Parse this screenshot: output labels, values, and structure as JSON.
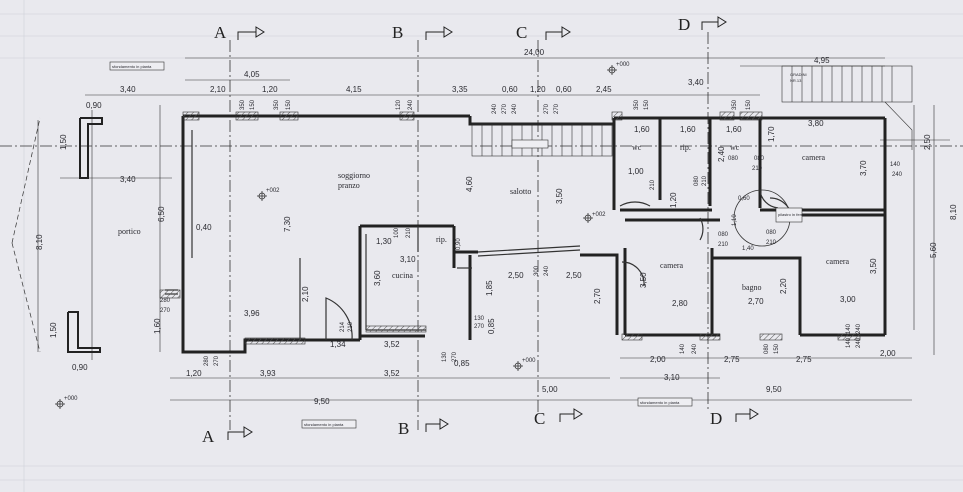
{
  "sections": {
    "a": "A",
    "b": "B",
    "c": "C",
    "d": "D"
  },
  "rooms": {
    "soggiorno": "soggiorno",
    "pranzo": "pranzo",
    "salotto": "salotto",
    "cucina": "cucina",
    "rip_small": "rip.",
    "rip_top": "rip.",
    "wc1": "wc",
    "wc2": "wc",
    "camera_top": "camera",
    "camera_left": "camera",
    "camera_right": "camera",
    "bagno": "bagno",
    "portico": "portico"
  },
  "levels": {
    "soggiorno": "+002",
    "salotto": "+002",
    "top": "+000",
    "bottom": "+000",
    "left": "+000"
  },
  "notes": {
    "stairs_top": "GRADINI",
    "stairs_bottom": "NR.13",
    "sign_bottom_left": "sfondamento in pianta",
    "sign_bottom_right": "sfondamento in pianta",
    "sign_top_left": "sfondamento in pianta",
    "center_circle": "pilastro in ferro"
  },
  "dims_top": {
    "total": "24,00",
    "right_total": "4,95",
    "r2": [
      "4,05"
    ],
    "r3": [
      "3,40",
      "2,10",
      "1,20",
      "4,15",
      "3,35",
      "0,60",
      "1,20",
      "0,60",
      "2,45",
      "3,40"
    ],
    "r3_left": "0,90",
    "wall_labels": [
      "350",
      "150",
      "350",
      "150",
      "120",
      "240",
      "240",
      "270",
      "240",
      "270",
      "270",
      "350",
      "150",
      "350",
      "150"
    ]
  },
  "dims_left": [
    "1,50",
    "3,40",
    "6,50",
    "8,10",
    "1,50",
    "0,90"
  ],
  "dims_right": [
    "2,50",
    "8,10",
    "5,60"
  ],
  "dims_inner": {
    "liv_7_30": "7,30",
    "liv_0_40": "0,40",
    "liv_2_10": "2,10",
    "liv_1_60": "1,60",
    "liv_280": "280",
    "liv_270": "270",
    "liv_3_96": "3,96",
    "liv_1_34": "1,34",
    "liv_3_52": "3,52",
    "cuc_1_30": "1,30",
    "cuc_3_10": "3,10",
    "cuc_3_60": "3,60",
    "cuc_100": "100",
    "cuc_210": "210",
    "cuc_0_90": "0,90",
    "cuc_214": "214",
    "cuc_210b": "210",
    "sal_4_60": "4,60",
    "sal_3_50": "3,50",
    "sal_2_50": "2,50",
    "sal_2_50b": "2,50",
    "sal_1_85": "1,85",
    "sal_2_70": "2,70",
    "sal_0_85": "0,85",
    "sal_130": "130",
    "sal_270": "270",
    "sal_300": "300",
    "sal_240": "240",
    "wc_1_60a": "1,60",
    "wc_1_60b": "1,60",
    "wc_1_60c": "1,60",
    "wc_1_00": "1,00",
    "wc_210": "210",
    "wc_080": "080",
    "wc_210b": "210",
    "wc_2_40": "2,40",
    "wc_080b": "080",
    "wc_1_70": "1,70",
    "wc_080c": "080",
    "wc_210c": "210",
    "cam_3_80": "3,80",
    "cam_3_70": "3,70",
    "cam_140": "140",
    "cam_240": "240",
    "cor_0_60": "0,60",
    "cor_1_20": "1,20",
    "cor_1_10": "1,10",
    "cor_080": "080",
    "cor_210": "210",
    "cor_1_40": "1,40",
    "cor_080b": "080",
    "cor_210b": "210",
    "camL_3_50": "3,50",
    "camL_2_80": "2,80",
    "bag_2_70": "2,70",
    "bag_2_20": "2,20",
    "camR_3_50": "3,50",
    "camR_3_00": "3,00",
    "camR_240": "240",
    "camR_140": "140"
  },
  "dims_bottom": {
    "r1": [
      "1,20",
      "3,93",
      "3,52",
      "0,85"
    ],
    "r1_right": [
      "2,00",
      "2,75",
      "2,75",
      "2,00"
    ],
    "r2": [
      "3,10"
    ],
    "r3": [
      "9,50",
      "5,00",
      "9,50"
    ],
    "wall_labels": [
      "280",
      "270",
      "130",
      "270",
      "140",
      "240",
      "080",
      "150",
      "140",
      "240"
    ],
    "left_0_90": "0,90"
  }
}
